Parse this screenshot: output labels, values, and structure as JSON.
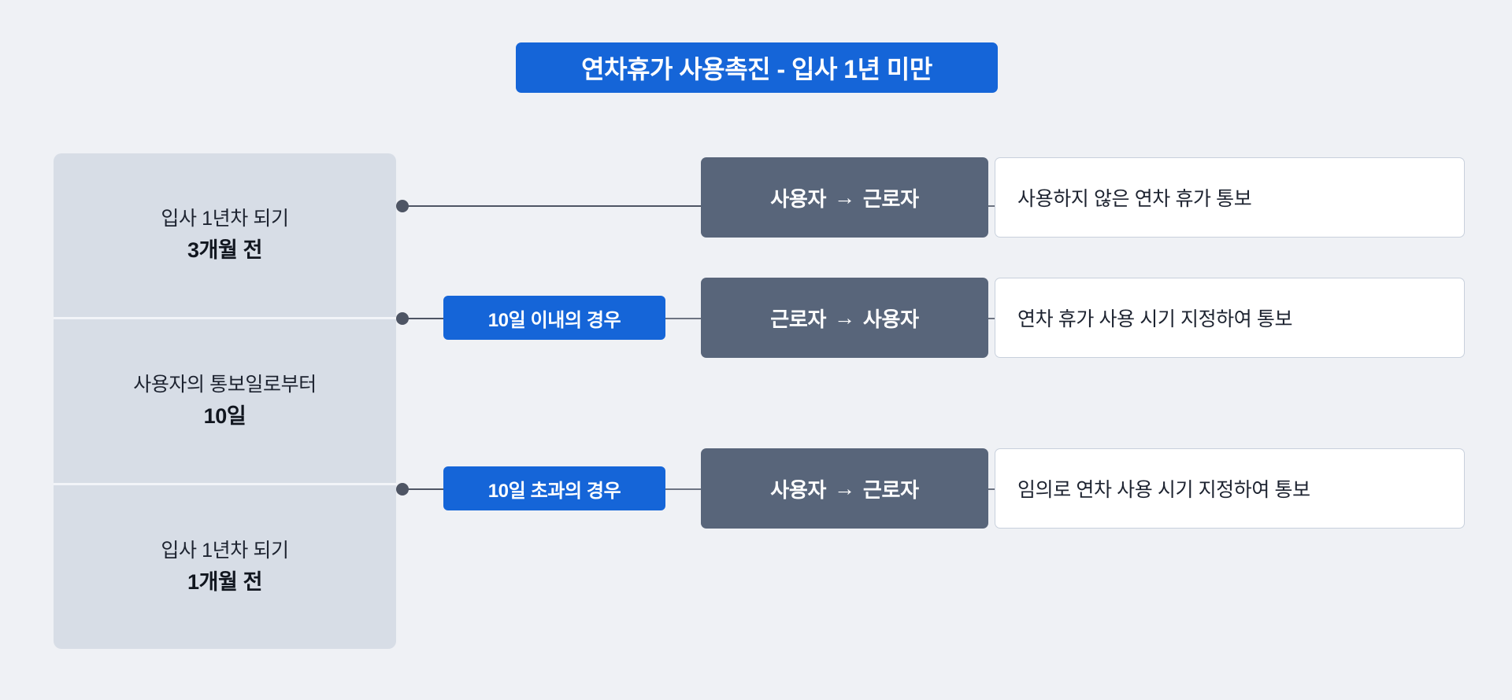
{
  "title": {
    "text": "연차휴가 사용촉진 - 입사 1년 미만",
    "background_color": "#1565d8",
    "text_color": "#ffffff"
  },
  "theme": {
    "page_background": "#eff1f5",
    "panel_background": "#d7dde6",
    "accent_blue": "#1565d8",
    "actor_box_color": "#58657a",
    "card_background": "#ffffff",
    "connector_color": "#4e5564"
  },
  "timeline": {
    "sections": [
      {
        "line1": "입사 1년차 되기",
        "line2": "3개월 전"
      },
      {
        "line1": "사용자의 통보일로부터",
        "line2": "10일"
      },
      {
        "line1": "입사 1년차 되기",
        "line2": "1개월 전"
      }
    ]
  },
  "rows": [
    {
      "condition": null,
      "actor_from": "사용자",
      "arrow": "→",
      "actor_to": "근로자",
      "description": "사용하지 않은 연차 휴가 통보"
    },
    {
      "condition": "10일 이내의 경우",
      "actor_from": "근로자",
      "arrow": "→",
      "actor_to": "사용자",
      "description": "연차 휴가 사용 시기 지정하여 통보"
    },
    {
      "condition": "10일 초과의 경우",
      "actor_from": "사용자",
      "arrow": "→",
      "actor_to": "근로자",
      "description": "임의로 연차 사용 시기 지정하여 통보"
    }
  ]
}
